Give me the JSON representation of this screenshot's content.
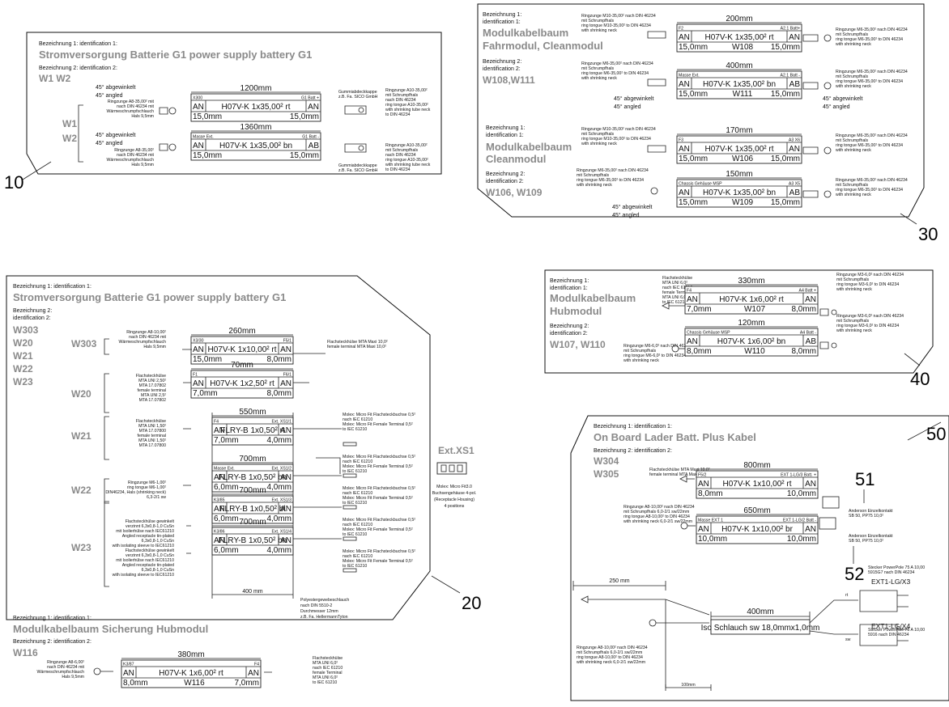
{
  "callouts": {
    "p10": "10",
    "p20": "20",
    "p30": "30",
    "p40": "40",
    "p50": "50",
    "p51": "51",
    "p52": "52"
  },
  "labels": {
    "bez1": "Bezeichnung 1: identification 1:",
    "bez2": "Bezeichnung 2: identification 2:",
    "bez1a": "Bezeichnung 1:",
    "bez1b": "identification 1:",
    "bez2a": "Bezeichnung 2:",
    "bez2b": "identification 2:",
    "ang_de": "45° abgewinkelt",
    "ang_en": "45° angled"
  },
  "panel10": {
    "title": "Stromversorgung Batterie G1   power supply battery G1",
    "ids": "W1 W2",
    "w1": "W1",
    "w2": "W2",
    "left_term1": [
      "Ringzunge A8-35,00² mit",
      "nach DIN 46234 mit",
      "Wärmeschrumpfschlauch",
      "Hals 9,5mm"
    ],
    "left_term2": [
      "Ringzunge A8-35,00²",
      "nach DIN 46234 mit",
      "Wärmeschrumpfschlauch",
      "Hals 9,5mm"
    ],
    "cap1": [
      "Gummiabdeckkappe",
      "z.B. Fa. SICO GmbH"
    ],
    "cap2": [
      "Gummiabdeckkappe",
      "z.B. Fa. SICO GmbH"
    ],
    "right_term1": [
      "Ringzunge A10-35,00²",
      "mit Schrumpfhals",
      "nach DIN 46234",
      "ring tongue A10-35,00²",
      "with shrinking tube neck",
      "to DIN 46234"
    ],
    "right_term2": [
      "Ringzunge A10-35,00²",
      "mit Schrumpfhals",
      "nach DIN 46234",
      "ring tongue A10-35,00²",
      "with shrinking tube neck",
      "to DIN 46234"
    ],
    "cables": [
      {
        "length": "1200mm",
        "from": "X300",
        "to": "G1",
        "to2": "Batt +",
        "spec": "H07V-K 1x35,00² rt",
        "an_l": "AN",
        "an_r": "AN",
        "strip_l": "15,0mm",
        "wid": "",
        "strip_r": "15,0mm"
      },
      {
        "length": "1360mm",
        "from": "Masse",
        "from2": "Ext.",
        "to": "G1",
        "to2": "Batt -",
        "spec": "H07V-K 1x35,00² bn",
        "an_l": "AN",
        "an_r": "AB",
        "strip_l": "15,0mm",
        "wid": "",
        "strip_r": "15,0mm"
      }
    ]
  },
  "panel30": {
    "title1": "Modulkabelbaum",
    "sub1": "Fahrmodul, Cleanmodul",
    "ids1": "W108,W111",
    "title2a": "Modulkabelbaum",
    "title2b": "Cleanmodul",
    "ids2": "W106, W109",
    "term_top": [
      "Ringzunge M10-35,00² nach DIN 46234",
      "mit Schrumpfhals",
      "ring tongue M10-35,00² to DIN 46234",
      "with shrinking neck"
    ],
    "term_m6a": [
      "Ringzunge M6-35,00² nach DIN 46234",
      "mit Schrumpfhals",
      "ring tongue M6-35,00² to DIN 46234",
      "with shrinking neck"
    ],
    "term_m6b": [
      "Ringzunge M6-35,00² nach DIN 46234",
      "mit Schrumpfhals",
      "ring tongue M6-35,00² to DIN 46234",
      "with shrinking neck"
    ],
    "cables": [
      {
        "length": "200mm",
        "from": "F2",
        "to": "A2.1",
        "to2": "Batt+",
        "spec": "H07V-K 1x35,00² rt",
        "an_l": "AN",
        "an_r": "AN",
        "strip_l": "15,0mm",
        "wid": "W108",
        "strip_r": "15,0mm"
      },
      {
        "length": "400mm",
        "from": "Masse",
        "from2": "Ext.",
        "to": "A2.1",
        "to2": "Batt -",
        "spec": "H07V-K 1x35,00² bn",
        "an_l": "AN",
        "an_r": "AB",
        "strip_l": "15,0mm",
        "wid": "W111",
        "strip_r": "15,0mm"
      },
      {
        "length": "170mm",
        "from": "F3",
        "to": "A3",
        "to2": "X6",
        "spec": "H07V-K 1x35,00² rt",
        "an_l": "AN",
        "an_r": "AN",
        "strip_l": "15,0mm",
        "wid": "W106",
        "strip_r": "15,0mm"
      },
      {
        "length": "150mm",
        "from": "Chassis",
        "from2": "Gehäuse MSP",
        "to": "A3",
        "to2": "X5",
        "spec": "H07V-K 1x35,00² bn",
        "an_l": "AN",
        "an_r": "AB",
        "strip_l": "15,0mm",
        "wid": "W109",
        "strip_r": "15,0mm"
      }
    ]
  },
  "panel20": {
    "title": "Stromversorgung Batterie G1   power supply battery G1",
    "ids": [
      "W303",
      "W20",
      "W21",
      "W22",
      "W23"
    ],
    "sec_title": "Modulkabelbaum  Sicherung Hubmodul",
    "sec_id": "W116",
    "ext_label": "Ext.XS1",
    "ext_desc": [
      "Molex: Micro Fit3.0",
      "Buchsengehäuse 4-pol.",
      "(Receptacle Housing)",
      "4 positions"
    ],
    "sleeve": [
      "Polyestergewebeschlauch",
      "nach DIN 5510-2",
      "Durchmesser 12mm",
      "z.B. Fa. HellermannTyton"
    ],
    "dim400": "400 mm",
    "term_w303": [
      "Ringzunge A8-10,00²",
      "nach DIN 46234 mit",
      "Wärmeschrumpfschlauch",
      "Hals 9,5mm"
    ],
    "term_w20": [
      "Flachsteckhülse",
      "MTA UNI 2,50²",
      "MTA 17.07802",
      "female terminal",
      "MTA UNI 2,5²",
      "MTA 17.07802"
    ],
    "term_w21": [
      "Flachsteckhülse",
      "MTA UNI 1,50²",
      "MTA 17.07800",
      "female terminal",
      "MTA UNI 1,50²",
      "MTA 17.07800"
    ],
    "term_w22": [
      "Ringzunge M6-1,00²",
      "ring tongue M6-1,00²",
      "DIN46234, Hals (shrinking neck)",
      "6,3-2/1 sw"
    ],
    "term_w23a": [
      "Flachsteckhülse gewinkelt",
      "verzinnt 6,3x0,8-1,0 CuSn",
      "mit Isolierhülse nach IEC61210",
      "Angled receptacle tin-plated",
      "6,3x0,8-1,0 CuSn",
      "with isolating sleeve to IEC61210"
    ],
    "term_w23b": [
      "Flachsteckhülse gewinkelt",
      "verzinnt 6,3x0,8-1,0 CuSn",
      "mit Isolierhülse nach IEC61210",
      "Angled receptacle tin-plated",
      "6,3x0,8-1,0 CuSn",
      "with isolating sleeve to IEC61210"
    ],
    "r_w303": [
      "Flachsteckhülse MTA Maxi 10,0²",
      "female terminal MTA Maxi 10,0²"
    ],
    "molex": [
      "Molex: Micro Fit Flachsteckbuchse 0,5²",
      "nach IEC 61210",
      "Molex: Micro Fit Female Terminal 0,5²",
      "to IEC 61210"
    ],
    "term_w116": [
      "Ringzunge A8-6,00²",
      "nach DIN 46234 mit",
      "Wärmeschrumpfschlauch",
      "Hals 9,5mm"
    ],
    "r_w116": [
      "Flachsteckhülse",
      "MTA UNI 6,0²",
      "nach IEC 61210",
      "female Terminal",
      "MTA UNI 6,0²",
      "to IEC 61210"
    ],
    "cables": [
      {
        "length": "260mm",
        "from": "X3/30",
        "to": "F5/1",
        "to2": "",
        "spec": "H07V-K 1x10,00² rt",
        "an_l": "AN",
        "an_r": "AN",
        "strip_l": "15,0mm",
        "wid": "",
        "strip_r": "8,0mm"
      },
      {
        "length": "70mm",
        "from": "F1",
        "to": "F6/1",
        "to2": "",
        "spec": "H07V-K 1x2,50² rt",
        "an_l": "AN",
        "an_r": "AN",
        "strip_l": "7,0mm",
        "wid": "",
        "strip_r": "8,0mm"
      },
      {
        "length": "550mm",
        "from": "F4",
        "to": "Ext.",
        "to2": "XS1/1",
        "spec": "FLRY-B 1x0,50² rt",
        "an_l": "AN",
        "an_r": "AN",
        "strip_l": "7,0mm",
        "wid": "",
        "strip_r": "4,0mm"
      },
      {
        "length": "700mm",
        "from": "Masse",
        "from2": "Ext.",
        "to": "Ext.",
        "to2": "XS1/2",
        "spec": "FLRY-B 1x0,50² bn",
        "an_l": "AN",
        "an_r": "AN",
        "strip_l": "6,0mm",
        "wid": "",
        "strip_r": "4,0mm"
      },
      {
        "length": "700mm",
        "from": "K3/85",
        "to": "Ext.",
        "to2": "XS1/3",
        "spec": "FLRY-B 1x0,50² bl",
        "an_l": "AN",
        "an_r": "AN",
        "strip_l": "6,0mm",
        "wid": "",
        "strip_r": "4,0mm"
      },
      {
        "length": "700mm",
        "from": "K3/86",
        "to": "Ext.",
        "to2": "XS1/4",
        "spec": "FLRY-B 1x0,50² bn",
        "an_l": "AN",
        "an_r": "AN",
        "strip_l": "6,0mm",
        "wid": "",
        "strip_r": "4,0mm"
      },
      {
        "length": "380mm",
        "from": "K3/87",
        "to": "F4",
        "to2": "",
        "spec": "H07V-K 1x6,00² rt",
        "an_l": "AN",
        "an_r": "AN",
        "strip_l": "8,0mm",
        "wid": "W116",
        "strip_r": "7,0mm"
      }
    ]
  },
  "panel40": {
    "title1": "Modulkabelbaum",
    "title2": "Hubmodul",
    "ids": "W107, W110",
    "term_left": [
      "Flachsteckhülse",
      "MTA UNI 6,0²",
      "nach IEC 61210",
      "female Terminal",
      "MTA UNI 6,0²",
      "to IEC 61210"
    ],
    "term_left2": [
      "Ringzunge M6-6,0² nach DIN 46234",
      "mit Schrumpfhals",
      "ring tongue M6-6,0² to DIN 46234",
      "with shrinking neck"
    ],
    "term_r1": [
      "Ringzunge M3-6,0² nach DIN 46234",
      "mit Schrumpfhals",
      "ring tongue M3-6,0² to DIN 46234",
      "with shrinking neck"
    ],
    "term_r2": [
      "Ringzunge M3-6,0² nach DIN 46234",
      "mit Schrumpfhals",
      "ring tongue M3-6,0² to DIN 46234",
      "with shrinking neck"
    ],
    "cables": [
      {
        "length": "330mm",
        "from": "F4",
        "to": "A4",
        "to2": "Batt +",
        "spec": "H07V-K 1x6,00² rt",
        "an_l": "AN",
        "an_r": "AN",
        "strip_l": "7,0mm",
        "wid": "W107",
        "strip_r": "8,0mm"
      },
      {
        "length": "120mm",
        "from": "Chassis",
        "from2": "Gehäuse MSP",
        "to": "A4",
        "to2": "Batt -",
        "spec": "H07V-K 1x6,00² bn",
        "an_l": "AN",
        "an_r": "AB",
        "strip_l": "8,0mm",
        "wid": "W110",
        "strip_r": "8,0mm"
      }
    ]
  },
  "panel50": {
    "title": "On Board Lader Batt. Plus Kabel",
    "ids": [
      "W304",
      "W305"
    ],
    "term_top": [
      "Flachsteckhülse MTA Maxi 10,0²",
      "female terminal MTA Maxi 10,0²"
    ],
    "term_mid": [
      "Ringzunge A8-10,00² nach DIN 46234",
      "mit Schrumpfhals 6,0-2/1 sw/22mm",
      "ring tongue A8-10,00² to DIN 46234",
      "with shrinking neck 6,0-2/1 sw/22mm"
    ],
    "term_bot": [
      "Ringzunge A8-10,00² nach DIN 46234",
      "mit Schrumpfhals 6,0-2/1 sw/22mm",
      "ring tongue A8-10,00² to DIN 46234",
      "with shrinking neck 6,0-2/1 sw/22mm"
    ],
    "anderson1": [
      "Anderson Einzelkontakt",
      "SB 50, PP75 10,0²"
    ],
    "anderson2": [
      "Anderson Einzelkontakt",
      "SB 50, PP75 10,0²"
    ],
    "dim250": "250 mm",
    "dim400": "400mm",
    "dim100": "100mm",
    "hose": "Iso Schlauch sw 18,0mmx1,0mm",
    "rt": "rt",
    "sw": "sw",
    "plug1": [
      "Stecker PowerPole 75 A 10,00",
      "5915G7 nach DIN 46234"
    ],
    "plug2": [
      "Stecker PowerPole 75 A 10,00",
      "5916 nach DIN 46234"
    ],
    "ext1": "EXT1-LG/X3",
    "ext2": "EXT1-LG/X4",
    "cables": [
      {
        "length": "800mm",
        "from": "F5/2",
        "to": "EXT 1-LG/3",
        "to2": "Batt. +",
        "spec": "H07V-K 1x10,00² rt",
        "an_l": "AN",
        "an_r": "AN",
        "strip_l": "8,0mm",
        "wid": "",
        "strip_r": "10,0mm"
      },
      {
        "length": "650mm",
        "from": "Masse",
        "from2": "EXT 1",
        "to": "EXT 1-LG/2",
        "to2": "Batt -",
        "spec": "H07V-K 1x10,00² br",
        "an_l": "AN",
        "an_r": "AN",
        "strip_l": "10,0mm",
        "wid": "",
        "strip_r": "10,0mm"
      }
    ]
  }
}
